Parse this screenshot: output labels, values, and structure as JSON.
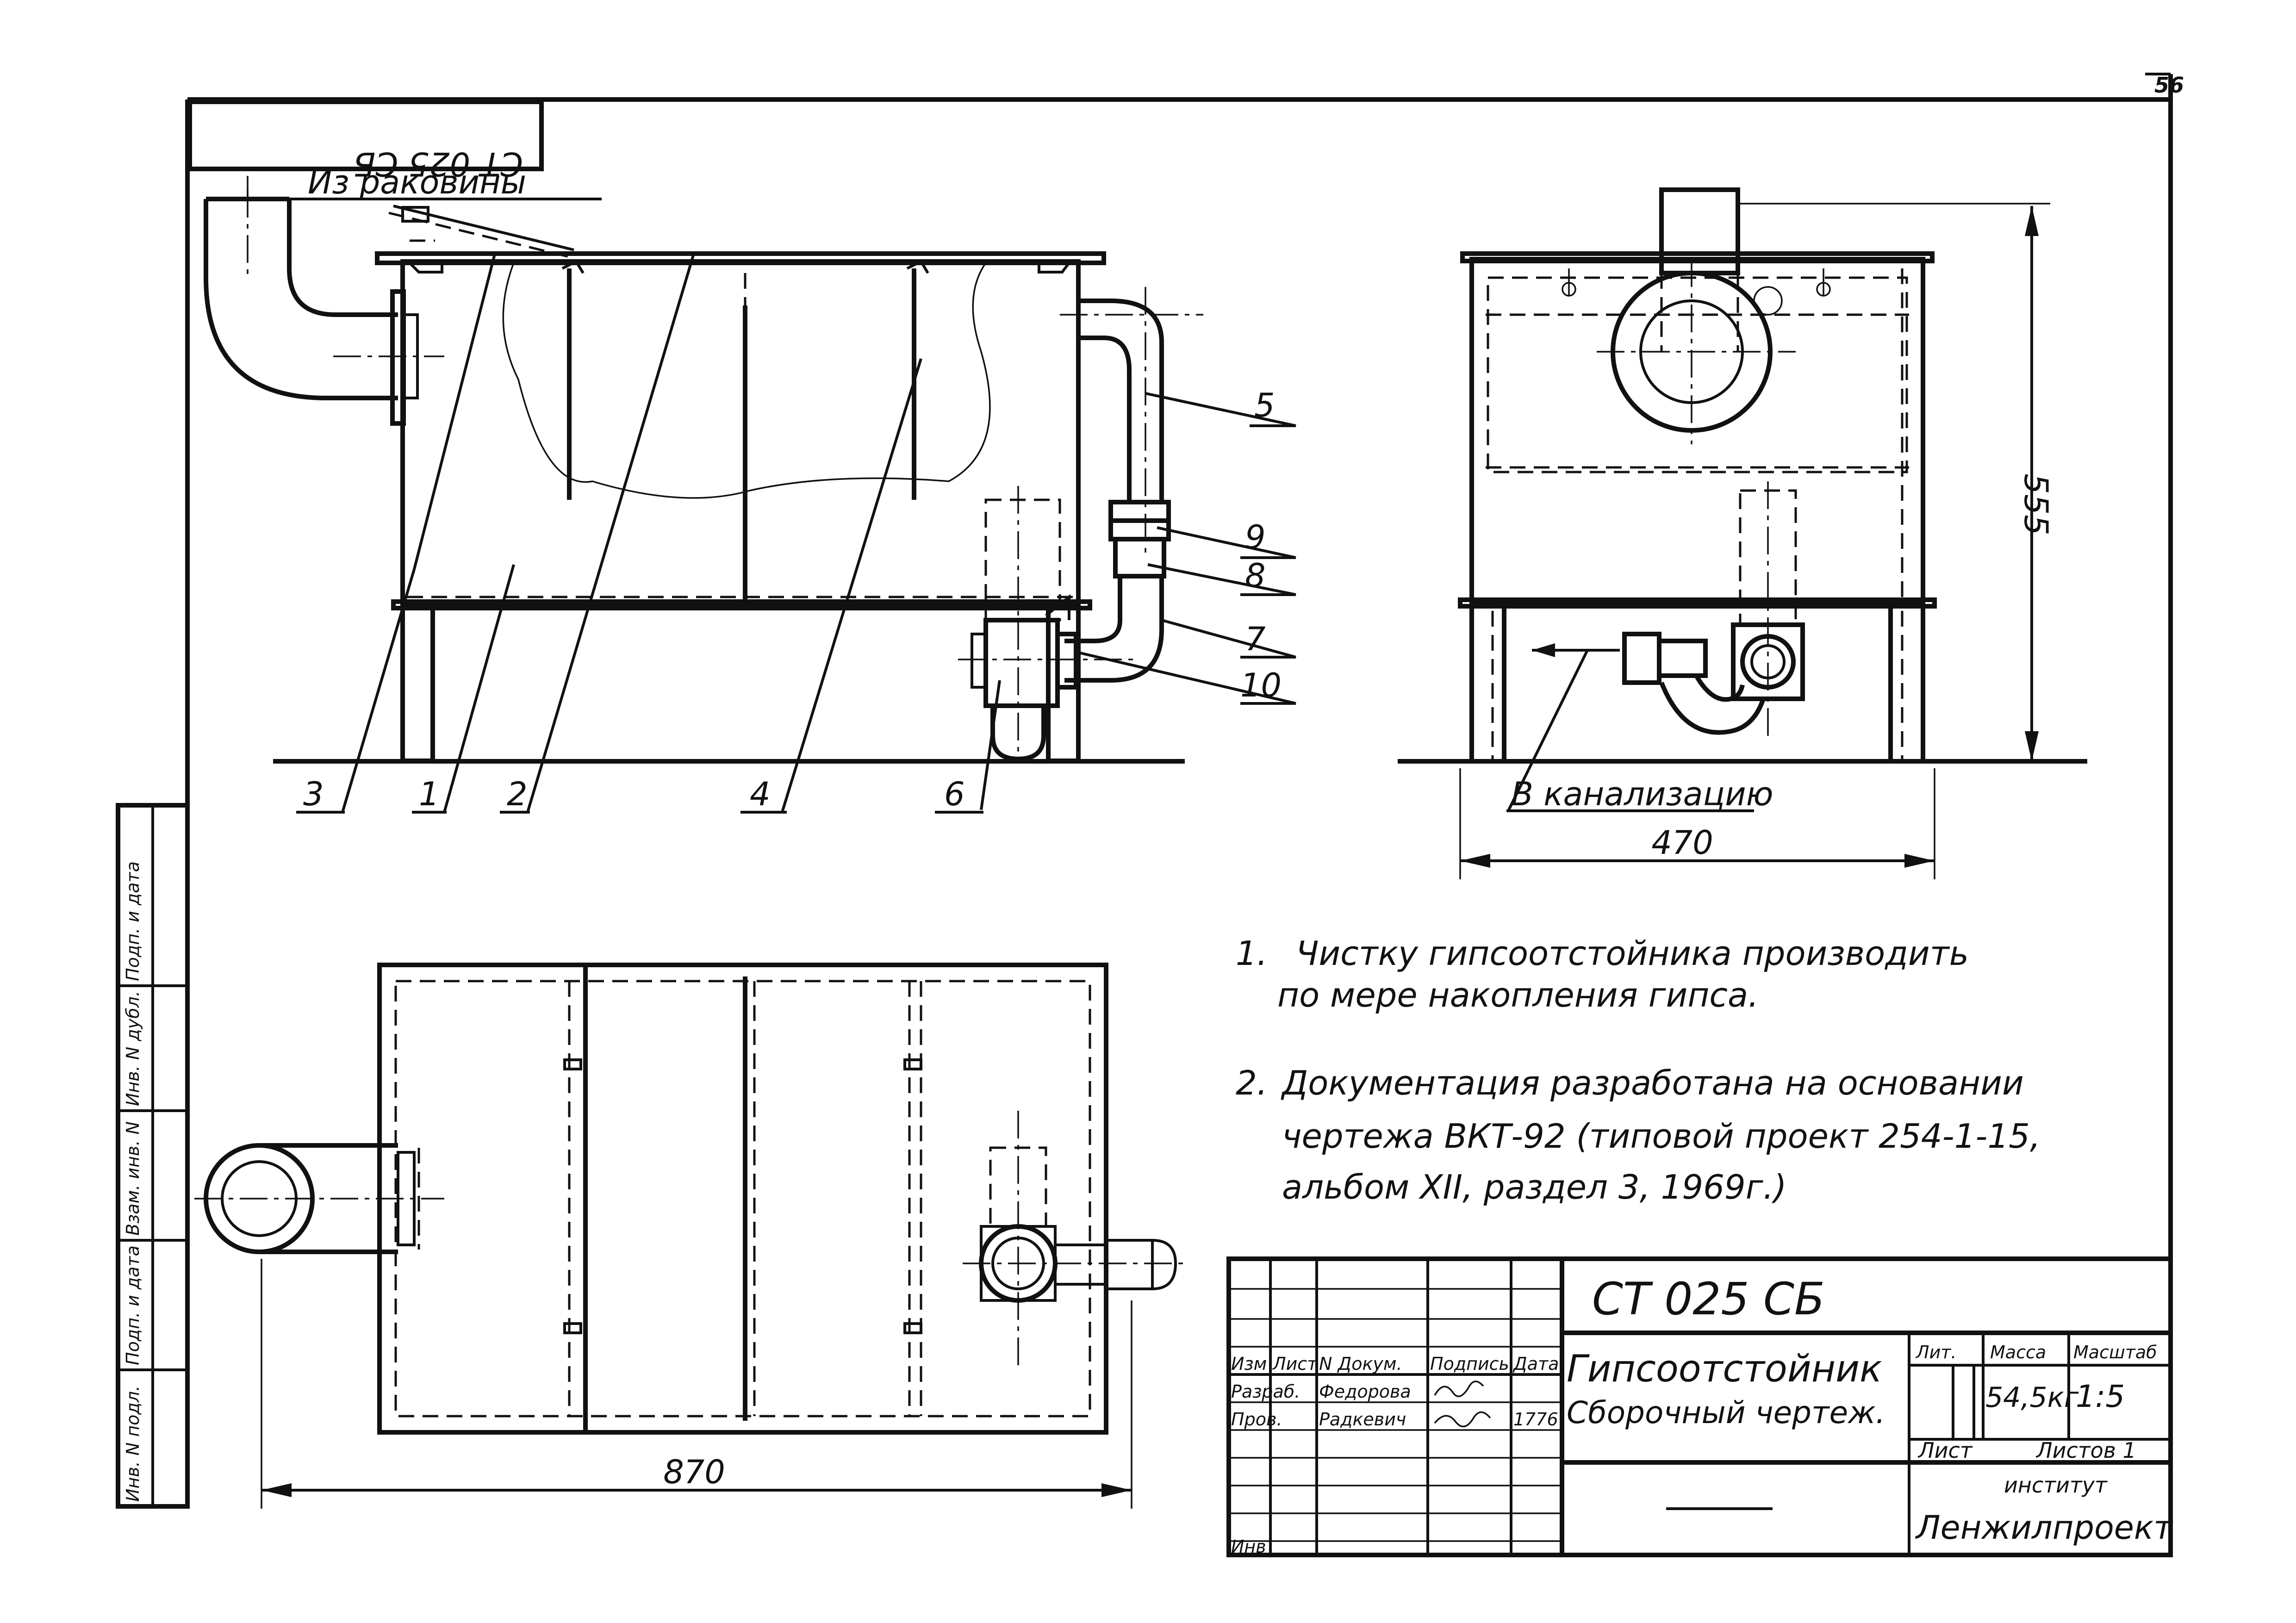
{
  "sheet": {
    "page_number": "56",
    "stamp_code": "СТ 025 СБ",
    "drain_label": "Из раковины",
    "sewer_label": "В канализацию"
  },
  "dimensions": {
    "height": "555",
    "front_width": "470",
    "length": "870"
  },
  "callouts": [
    "1",
    "2",
    "3",
    "4",
    "5",
    "6",
    "7",
    "8",
    "9",
    "10"
  ],
  "notes": [
    {
      "number": "1.",
      "lines": [
        "Чистку гипсоотстойника производить",
        "по мере накопления гипса."
      ]
    },
    {
      "number": "2.",
      "lines": [
        "Документация разработана на основании",
        "чертежа ВКТ-92 (типовой проект 254-1-15,",
        "альбом XII, раздел 3, 1969г.)"
      ]
    }
  ],
  "title_block": {
    "code": "СТ 025 СБ",
    "name": "Гипсоотстойник",
    "subtitle": "Сборочный чертеж.",
    "col_headers": [
      "Изм",
      "Лист",
      "N Докум.",
      "Подпись",
      "Дата"
    ],
    "developer_role": "Разраб.",
    "developer": "Федорова",
    "checker_role": "Пров.",
    "checker": "Радкевич",
    "check_date": "1776",
    "lit_label": "Лит.",
    "mass_label": "Масса",
    "scale_label": "Масштаб",
    "mass": "54,5кг",
    "scale": "1:5",
    "sheet_label": "Лист",
    "sheets_label": "Листов 1",
    "institute_label": "институт",
    "institute": "Ленжилпроект",
    "inv_label": "Инв"
  },
  "side_stamp": [
    "Инв. N подл.",
    "Подп. и дата",
    "Взам. инв. N",
    "Инв. N дубл.",
    "Подп. и дата"
  ]
}
